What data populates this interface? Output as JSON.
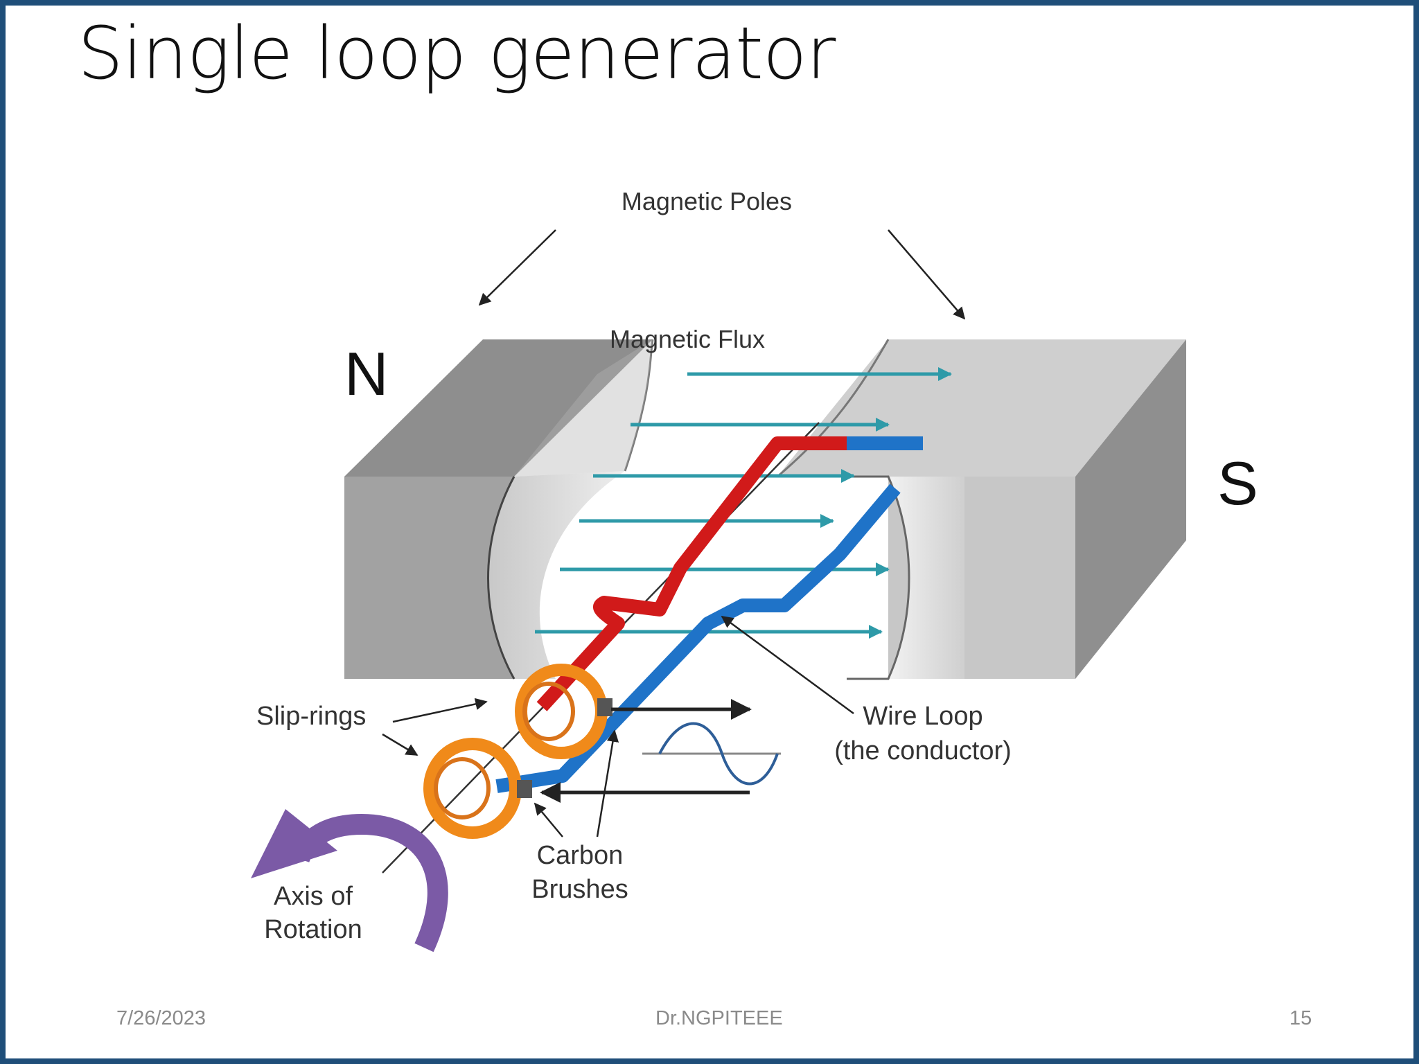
{
  "slide": {
    "title": "Single loop generator",
    "footer": {
      "date": "7/26/2023",
      "center": "Dr.NGPITEEE",
      "page": "15"
    }
  },
  "diagram": {
    "labels": {
      "magnetic_poles": "Magnetic Poles",
      "magnetic_flux": "Magnetic Flux",
      "north": "N",
      "south": "S",
      "slip_rings": "Slip-rings",
      "wire_loop_1": "Wire Loop",
      "wire_loop_2": "(the conductor)",
      "carbon_1": "Carbon",
      "carbon_2": "Brushes",
      "axis_1": "Axis of",
      "axis_2": "Rotation"
    },
    "colors": {
      "magnet": "#9a9a9a",
      "flux_arrows": "#2e9aa8",
      "loop_side_a": "#d11a1a",
      "loop_side_b": "#1f73c8",
      "slip_rings": "#f08a1a",
      "rotation_arrow": "#7b5aa6",
      "border": "#1f4e79"
    }
  }
}
